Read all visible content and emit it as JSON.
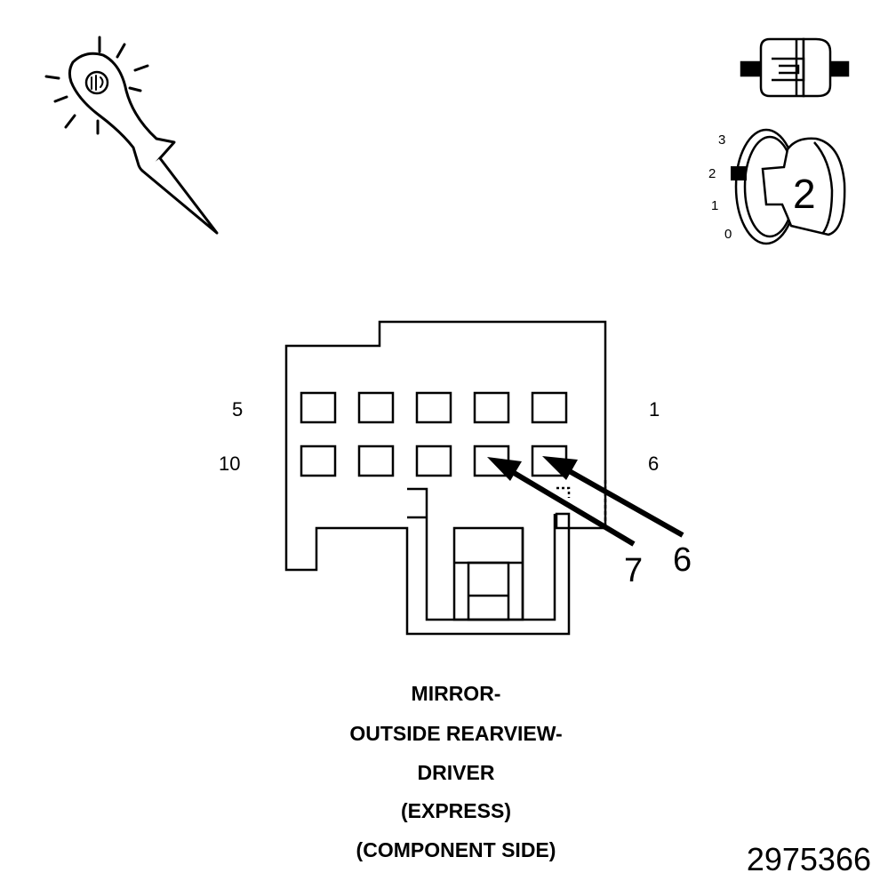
{
  "connector": {
    "pin_labels": {
      "top_left": "5",
      "top_right": "1",
      "bottom_left": "10",
      "bottom_right": "6"
    },
    "callouts": [
      "7",
      "6"
    ]
  },
  "ignition_key": {
    "position_labels": [
      "3",
      "2",
      "1",
      "0"
    ],
    "position_number": "2"
  },
  "caption": {
    "line1": "MIRROR-",
    "line2": "OUTSIDE REARVIEW-",
    "line3": "DRIVER",
    "line4": "(EXPRESS)",
    "line5": "(COMPONENT SIDE)"
  },
  "figure_number": "2975366",
  "colors": {
    "ink": "#000000",
    "paper": "#ffffff"
  }
}
